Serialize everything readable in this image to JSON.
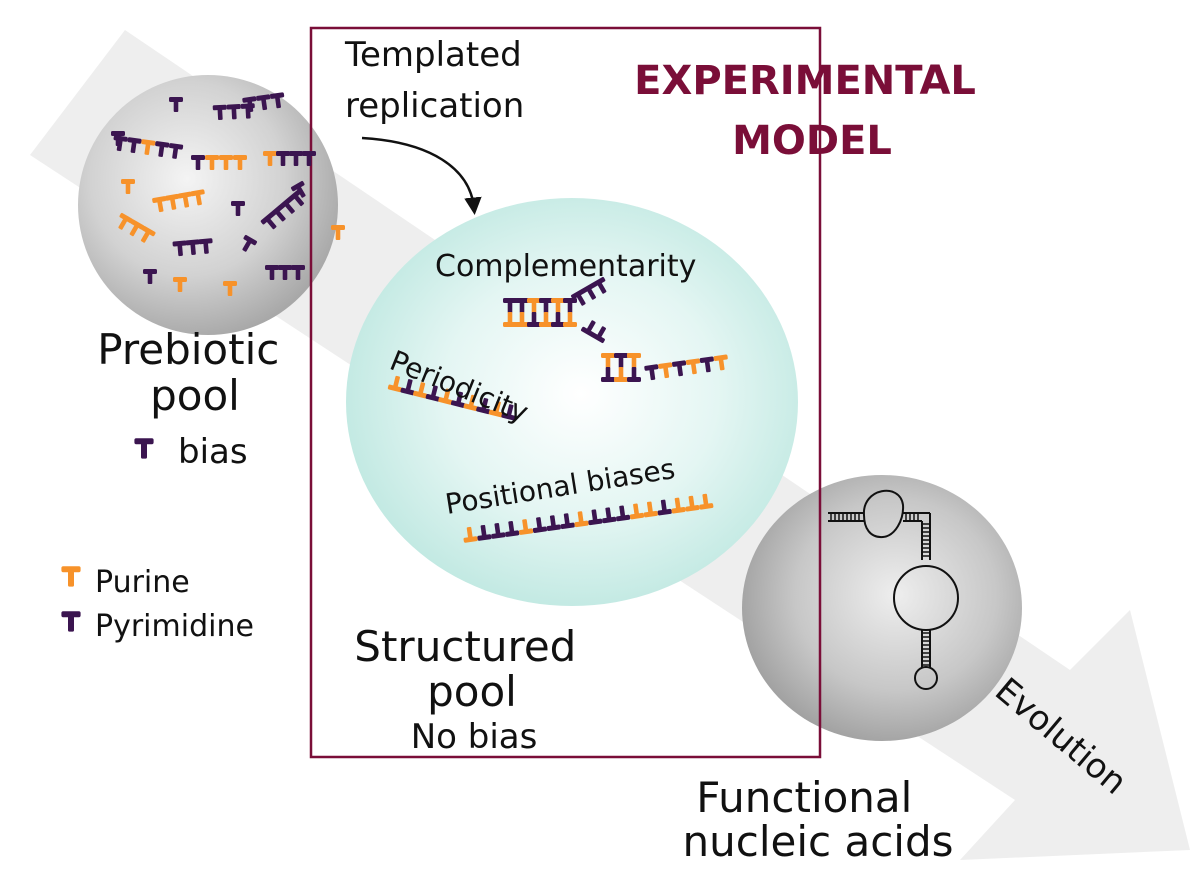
{
  "labels": {
    "templated_line1": "Templated",
    "templated_line2": "replication",
    "experimental_line1": "EXPERIMENTAL",
    "experimental_line2": "MODEL",
    "prebiotic_line1": "Prebiotic",
    "prebiotic_line2": "pool",
    "bias": "bias",
    "complementarity": "Complementarity",
    "periodicity": "Periodicity",
    "positional_biases": "Positional biases",
    "structured_line1": "Structured",
    "structured_line2": "pool",
    "no_bias": "No bias",
    "functional_line1": "Functional",
    "functional_line2": "nucleic acids",
    "evolution": "Evolution"
  },
  "legend": {
    "purine": "Purine",
    "pyrimidine": "Pyrimidine"
  },
  "colors": {
    "purine": "#f7922a",
    "pyrimidine": "#3b1550",
    "frame": "#7a0e38",
    "title": "#7a0e38",
    "arrow": "#ececec",
    "structured_pool": "#cdeee8",
    "sphere_gray": "#b9b9b9"
  },
  "icons": {
    "nucleotide": "t-shape-icon",
    "hairpin_structure": "rna-hairpin-icon",
    "curved_arrow": "curved-arrow-icon"
  }
}
